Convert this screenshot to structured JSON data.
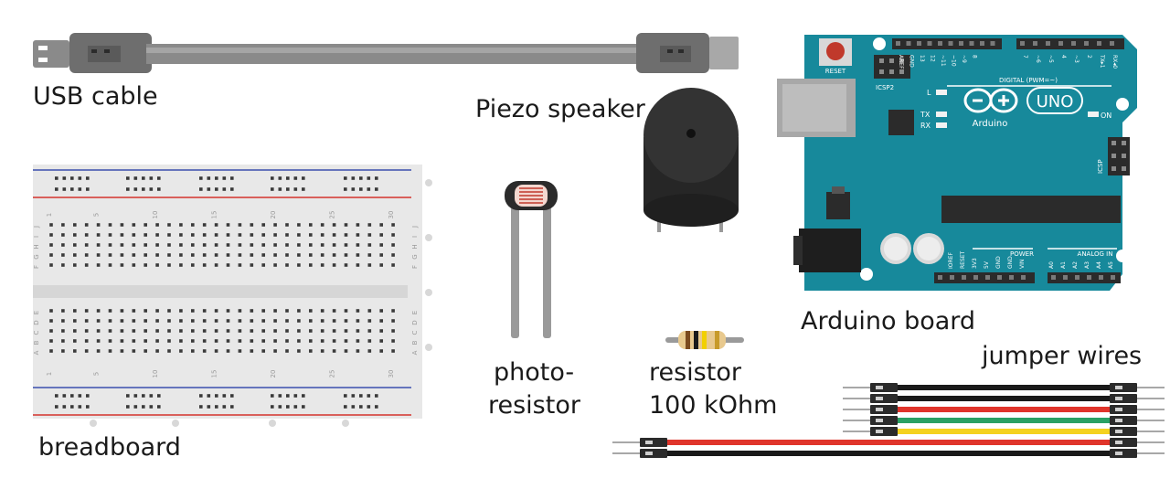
{
  "colors": {
    "board": "#17899b",
    "breadboard": "#e8e8e8",
    "wire_black": "#1a1a1a",
    "wire_red": "#e0352b",
    "wire_green": "#2aa163",
    "wire_yellow": "#f4d21f",
    "piezo": "#262626"
  },
  "labels": {
    "usb": "USB cable",
    "piezo": "Piezo speaker",
    "arduino": "Arduino board",
    "breadboard": "breadboard",
    "photo_line1": "photo-",
    "photo_line2": "resistor",
    "resistor_line1": "resistor",
    "resistor_line2": "100 kOhm",
    "jumper": "jumper wires"
  },
  "arduino": {
    "logo_text": "Arduino",
    "model": "UNO",
    "reset": "RESET",
    "icsp2": "ICSP2",
    "icsp": "ICSP",
    "digital": "DIGITAL (PWM=~)",
    "power": "POWER",
    "analog": "ANALOG IN",
    "led_l": "L",
    "led_tx": "TX",
    "led_rx": "RX",
    "led_on": "ON",
    "top_pins": [
      "AREF",
      "GND",
      "13",
      "12",
      "~11",
      "~10",
      "~9",
      "8",
      "7",
      "~6",
      "~5",
      "4",
      "~3",
      "2",
      "TX▸1",
      "RX◂0"
    ],
    "power_pins": [
      "IOREF",
      "RESET",
      "3V3",
      "5V",
      "GND",
      "GND",
      "VIN"
    ],
    "analog_pins": [
      "A0",
      "A1",
      "A2",
      "A3",
      "A4",
      "A5"
    ]
  },
  "breadboard": {
    "col_numbers": [
      "1",
      "5",
      "10",
      "15",
      "20",
      "25",
      "30"
    ],
    "rows_top": [
      "J",
      "I",
      "H",
      "G",
      "F"
    ],
    "rows_bottom": [
      "E",
      "D",
      "C",
      "B",
      "A"
    ]
  }
}
